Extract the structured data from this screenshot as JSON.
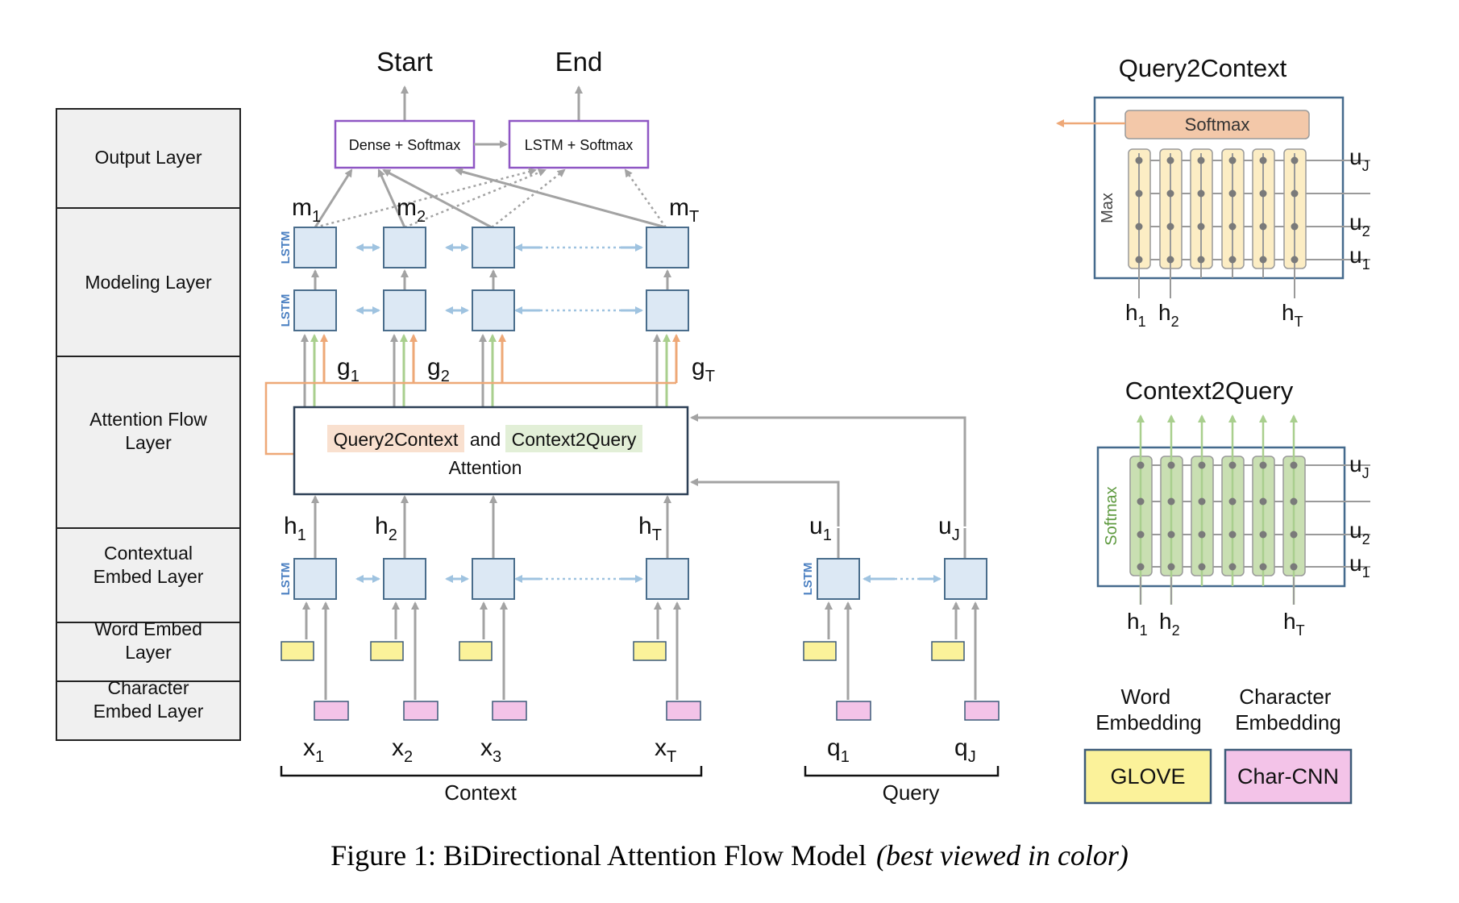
{
  "layers": [
    "Output Layer",
    "Modeling Layer",
    "Attention Flow Layer",
    "Contextual Embed Layer",
    "Word Embed Layer",
    "Character Embed Layer"
  ],
  "outputs": {
    "start": "Start",
    "end": "End",
    "dense_softmax": "Dense + Softmax",
    "lstm_softmax": "LSTM + Softmax"
  },
  "lstm_label": "LSTM",
  "attention": {
    "q2c": "Query2Context",
    "and": "and",
    "c2q": "Context2Query",
    "attention": "Attention"
  },
  "context": {
    "label": "Context",
    "inputs": [
      {
        "base": "x",
        "sub": "1"
      },
      {
        "base": "x",
        "sub": "2"
      },
      {
        "base": "x",
        "sub": "3"
      },
      {
        "base": "x",
        "sub": "T"
      }
    ],
    "h": [
      {
        "base": "h",
        "sub": "1"
      },
      {
        "base": "h",
        "sub": "2"
      },
      {
        "base": "h",
        "sub": "T"
      }
    ],
    "g": [
      {
        "base": "g",
        "sub": "1"
      },
      {
        "base": "g",
        "sub": "2"
      },
      {
        "base": "g",
        "sub": "T"
      }
    ],
    "m": [
      {
        "base": "m",
        "sub": "1"
      },
      {
        "base": "m",
        "sub": "2"
      },
      {
        "base": "m",
        "sub": "T"
      }
    ]
  },
  "query": {
    "label": "Query",
    "inputs": [
      {
        "base": "q",
        "sub": "1"
      },
      {
        "base": "q",
        "sub": "J"
      }
    ],
    "u": [
      {
        "base": "u",
        "sub": "1"
      },
      {
        "base": "u",
        "sub": "J"
      }
    ]
  },
  "q2c_panel": {
    "title": "Query2Context",
    "softmax": "Softmax",
    "max": "Max",
    "u_labels": [
      {
        "base": "u",
        "sub": "J"
      },
      {
        "base": "u",
        "sub": "2"
      },
      {
        "base": "u",
        "sub": "1"
      }
    ],
    "h_labels": [
      {
        "base": "h",
        "sub": "1"
      },
      {
        "base": "h",
        "sub": "2"
      },
      {
        "base": "h",
        "sub": "T"
      }
    ]
  },
  "c2q_panel": {
    "title": "Context2Query",
    "softmax": "Softmax",
    "u_labels": [
      {
        "base": "u",
        "sub": "J"
      },
      {
        "base": "u",
        "sub": "2"
      },
      {
        "base": "u",
        "sub": "1"
      }
    ],
    "h_labels": [
      {
        "base": "h",
        "sub": "1"
      },
      {
        "base": "h",
        "sub": "2"
      },
      {
        "base": "h",
        "sub": "T"
      }
    ]
  },
  "legend": {
    "word_title": [
      "Word",
      "Embedding"
    ],
    "char_title": [
      "Character",
      "Embedding"
    ],
    "glove": "GLOVE",
    "char_cnn": "Char-CNN"
  },
  "caption": {
    "main": "Figure 1: BiDirectional Attention Flow Model",
    "note": "(best viewed in color)"
  },
  "colors": {
    "grey_arrow": "#a3a3a3",
    "lstm_fill": "#dce8f4",
    "lstm_stroke": "#4a6d8c",
    "blue_link": "#9fc3e0",
    "purple": "#8f57c4",
    "orange": "#eea877",
    "green": "#a9cf8e",
    "word_fill": "#fbf29a",
    "char_fill": "#f3c3e8",
    "q2c_fill": "#f9e0cf",
    "c2q_fill": "#e2efd7",
    "panel_stroke": "#456a8d",
    "q2c_col": "#fcedc4",
    "c2q_col": "#c9dfb2",
    "softmax_bar": "#f3c8a9"
  }
}
